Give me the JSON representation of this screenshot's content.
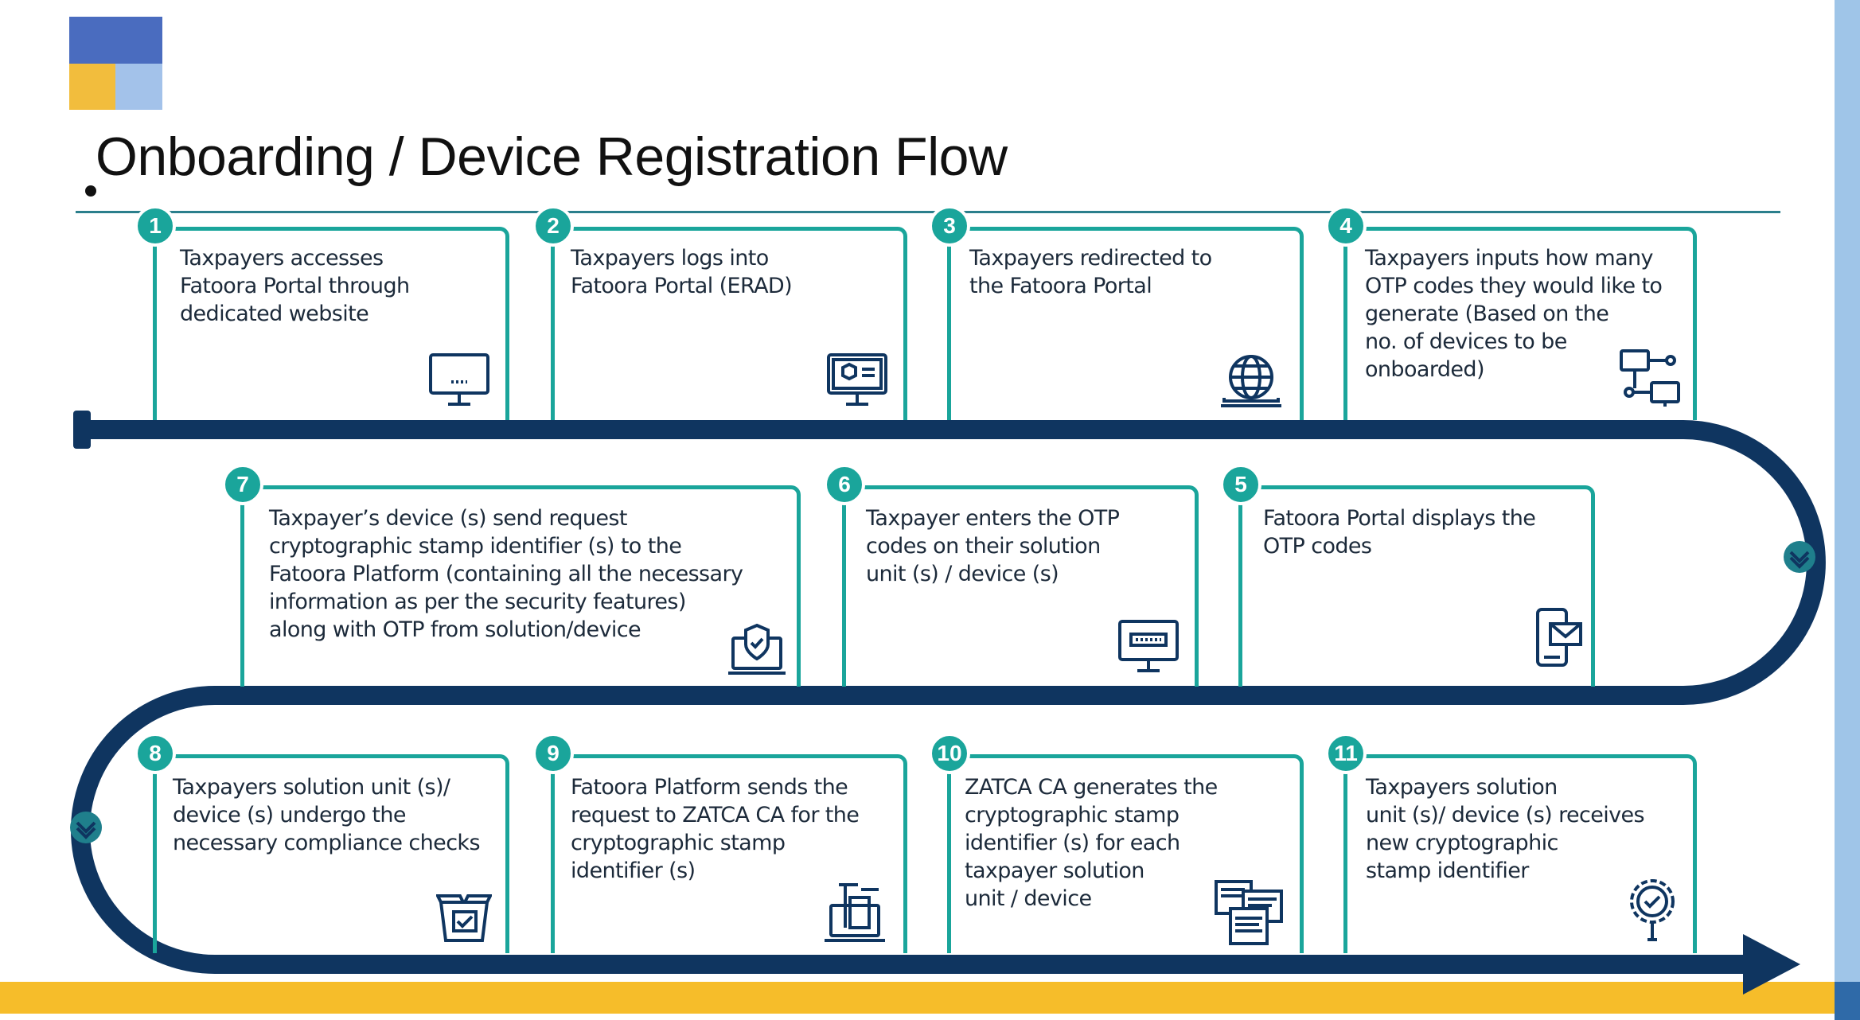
{
  "title": "Onboarding / Device Registration Flow",
  "colors": {
    "teal": "#1aa59b",
    "navy": "#0f3560",
    "yellow": "#f6bd2a",
    "logo_blue": "#4a6cbf",
    "logo_light": "#a3c2ea"
  },
  "steps": [
    {
      "number": "1",
      "text": "Taxpayers accesses\nFatoora Portal through\ndedicated website",
      "icon": "monitor-icon"
    },
    {
      "number": "2",
      "text": "Taxpayers logs into\nFatoora Portal (ERAD)",
      "icon": "monitor-settings-icon"
    },
    {
      "number": "3",
      "text": "Taxpayers redirected to\nthe Fatoora Portal",
      "icon": "laptop-globe-icon"
    },
    {
      "number": "4",
      "text": "Taxpayers inputs how many\nOTP codes they would like to\ngenerate (Based on the\nno. of devices to be\nonboarded)",
      "icon": "network-devices-icon"
    },
    {
      "number": "5",
      "text": "Fatoora Portal displays the\nOTP codes",
      "icon": "mobile-message-icon"
    },
    {
      "number": "6",
      "text": "Taxpayer enters the OTP\ncodes on their solution\nunit (s) / device (s)",
      "icon": "monitor-password-icon"
    },
    {
      "number": "7",
      "text": "Taxpayer’s device (s) send request\ncryptographic stamp identifier (s) to the\nFatoora Platform (containing all the necessary\ninformation as per the security features)\nalong with OTP from solution/device",
      "icon": "laptop-shield-icon"
    },
    {
      "number": "8",
      "text": "Taxpayers solution unit (s)/\ndevice (s) undergo the\nnecessary compliance checks",
      "icon": "compliance-box-icon"
    },
    {
      "number": "9",
      "text": "Fatoora Platform sends the\nrequest to ZATCA CA for the\ncryptographic stamp\nidentifier (s)",
      "icon": "laptop-transfer-icon"
    },
    {
      "number": "10",
      "text": "ZATCA CA generates the\ncryptographic stamp\nidentifier (s) for each\ntaxpayer solution\nunit / device",
      "icon": "documents-icon"
    },
    {
      "number": "11",
      "text": "Taxpayers solution\nunit (s)/ device (s) receives\nnew cryptographic\nstamp identifier",
      "icon": "gear-certificate-icon"
    }
  ]
}
